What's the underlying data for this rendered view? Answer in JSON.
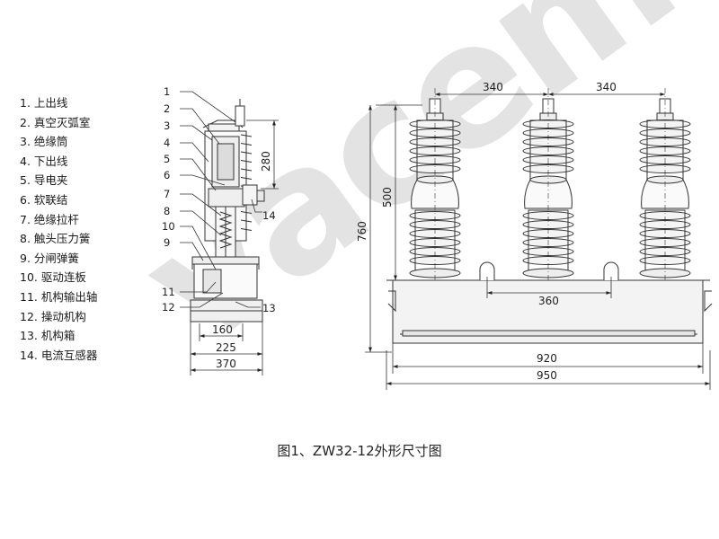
{
  "watermark": "vacem",
  "legend": [
    "1. 上出线",
    "2. 真空灭弧室",
    "3. 绝缘筒",
    "4. 下出线",
    "5. 导电夹",
    "6. 软联结",
    "7. 绝缘拉杆",
    "8. 触头压力簧",
    "9. 分闸弹簧",
    "10. 驱动连板",
    "11. 机构输出轴",
    "12. 操动机构",
    "13. 机构箱",
    "14. 电流互感器"
  ],
  "side_view": {
    "callouts_left": [
      "1",
      "2",
      "3",
      "4",
      "5",
      "6",
      "7",
      "8",
      "10",
      "9",
      "11",
      "12"
    ],
    "callout_13": "13",
    "callout_14": "14",
    "dim_280": "280",
    "dim_160": "160",
    "dim_225": "225",
    "dim_370": "370"
  },
  "front_view": {
    "dim_340_left": "340",
    "dim_340_right": "340",
    "dim_500": "500",
    "dim_760": "760",
    "dim_360": "360",
    "dim_920": "920",
    "dim_950": "950"
  },
  "caption": "图1、ZW32-12外形尺寸图"
}
